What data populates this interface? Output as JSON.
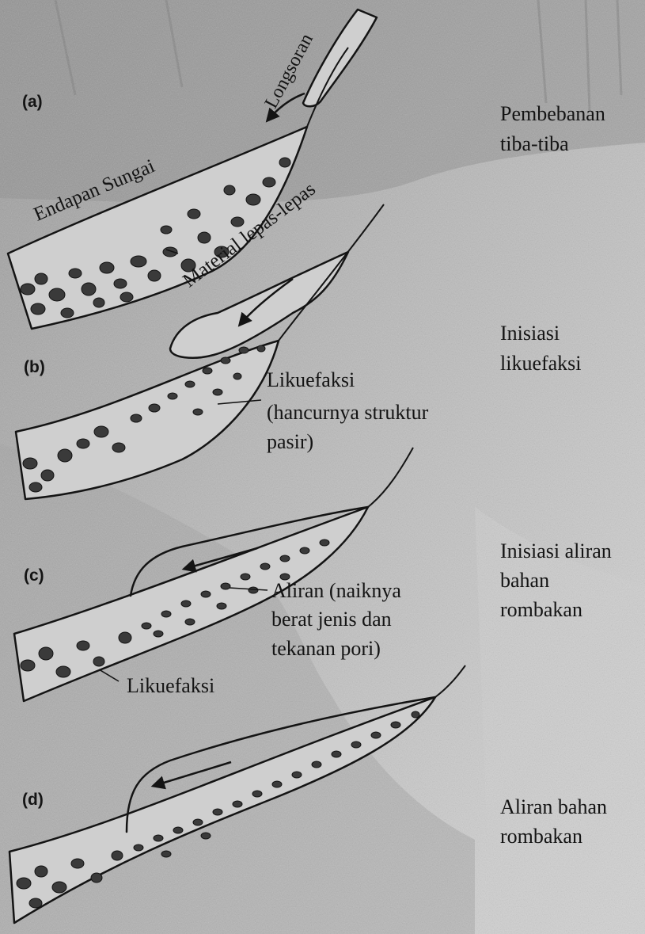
{
  "figure": {
    "panels": [
      {
        "id": "a",
        "marker": "(a)",
        "stage": "Pembebanan tiba-tiba",
        "stage_lines": [
          "Pembebanan",
          "tiba-tiba"
        ],
        "labels": {
          "landslide": "Longsoran",
          "river_deposit": "Endapan Sungai",
          "loose_material": "Material lepas-lepas"
        }
      },
      {
        "id": "b",
        "marker": "(b)",
        "stage": "Inisiasi likuefaksi",
        "stage_lines": [
          "Inisiasi",
          "likuefaksi"
        ],
        "callout_lines": [
          "Likuefaksi",
          "(hancurnya struktur",
          "pasir)"
        ]
      },
      {
        "id": "c",
        "marker": "(c)",
        "stage": "Inisiasi aliran bahan rombakan",
        "stage_lines": [
          "Inisiasi aliran",
          "bahan",
          "rombakan"
        ],
        "callout_lines": [
          "Aliran (naiknya",
          "berat jenis dan",
          "tekanan pori)"
        ],
        "callout_liquefaction": "Likuefaksi"
      },
      {
        "id": "d",
        "marker": "(d)",
        "stage": "Aliran bahan rombakan",
        "stage_lines": [
          "Aliran bahan",
          "rombakan"
        ]
      }
    ]
  },
  "colors": {
    "ink": "#141414",
    "layer_fill": "#cfcfcf",
    "grain_fill": "#3a3a3a",
    "background": "#b9b9b9"
  }
}
